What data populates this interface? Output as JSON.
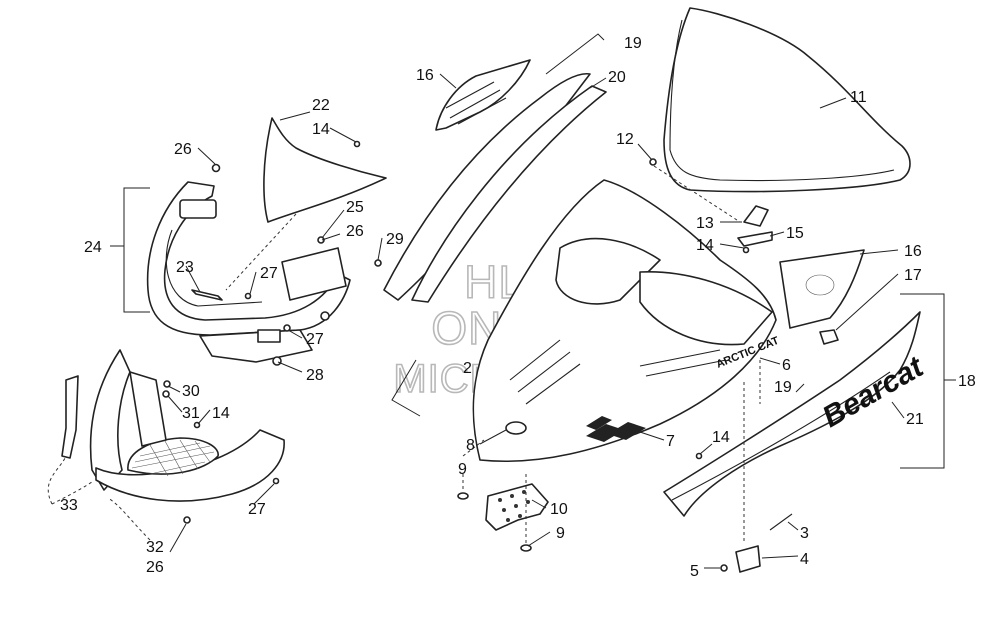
{
  "watermark": {
    "line1": "HLSM",
    "line2": "ONLINE",
    "line3": "MICROFICHE"
  },
  "decals": {
    "brand": "ARCTIC CAT",
    "model": "Bearcat"
  },
  "callouts": [
    {
      "id": "c1",
      "label": "22"
    },
    {
      "id": "c2",
      "label": "14"
    },
    {
      "id": "c3",
      "label": "26"
    },
    {
      "id": "c4",
      "label": "25"
    },
    {
      "id": "c5",
      "label": "26"
    },
    {
      "id": "c6",
      "label": "29"
    },
    {
      "id": "c7",
      "label": "24"
    },
    {
      "id": "c8",
      "label": "23"
    },
    {
      "id": "c9",
      "label": "27"
    },
    {
      "id": "c10",
      "label": "27"
    },
    {
      "id": "c11",
      "label": "28"
    },
    {
      "id": "c12",
      "label": "30"
    },
    {
      "id": "c13",
      "label": "31"
    },
    {
      "id": "c14",
      "label": "14"
    },
    {
      "id": "c15",
      "label": "33"
    },
    {
      "id": "c16",
      "label": "27"
    },
    {
      "id": "c17",
      "label": "32"
    },
    {
      "id": "c18",
      "label": "26"
    },
    {
      "id": "c19",
      "label": "16"
    },
    {
      "id": "c20",
      "label": "19"
    },
    {
      "id": "c21",
      "label": "20"
    },
    {
      "id": "c22",
      "label": "2"
    },
    {
      "id": "c23",
      "label": "8"
    },
    {
      "id": "c24",
      "label": "9"
    },
    {
      "id": "c25",
      "label": "10"
    },
    {
      "id": "c26",
      "label": "9"
    },
    {
      "id": "c27",
      "label": "7"
    },
    {
      "id": "c28",
      "label": "14"
    },
    {
      "id": "c29",
      "label": "11"
    },
    {
      "id": "c30",
      "label": "12"
    },
    {
      "id": "c31",
      "label": "13"
    },
    {
      "id": "c32",
      "label": "14"
    },
    {
      "id": "c33",
      "label": "15"
    },
    {
      "id": "c34",
      "label": "16"
    },
    {
      "id": "c35",
      "label": "17"
    },
    {
      "id": "c36",
      "label": "6"
    },
    {
      "id": "c37",
      "label": "19"
    },
    {
      "id": "c38",
      "label": "18"
    },
    {
      "id": "c39",
      "label": "21"
    },
    {
      "id": "c40",
      "label": "3"
    },
    {
      "id": "c41",
      "label": "4"
    },
    {
      "id": "c42",
      "label": "5"
    }
  ]
}
